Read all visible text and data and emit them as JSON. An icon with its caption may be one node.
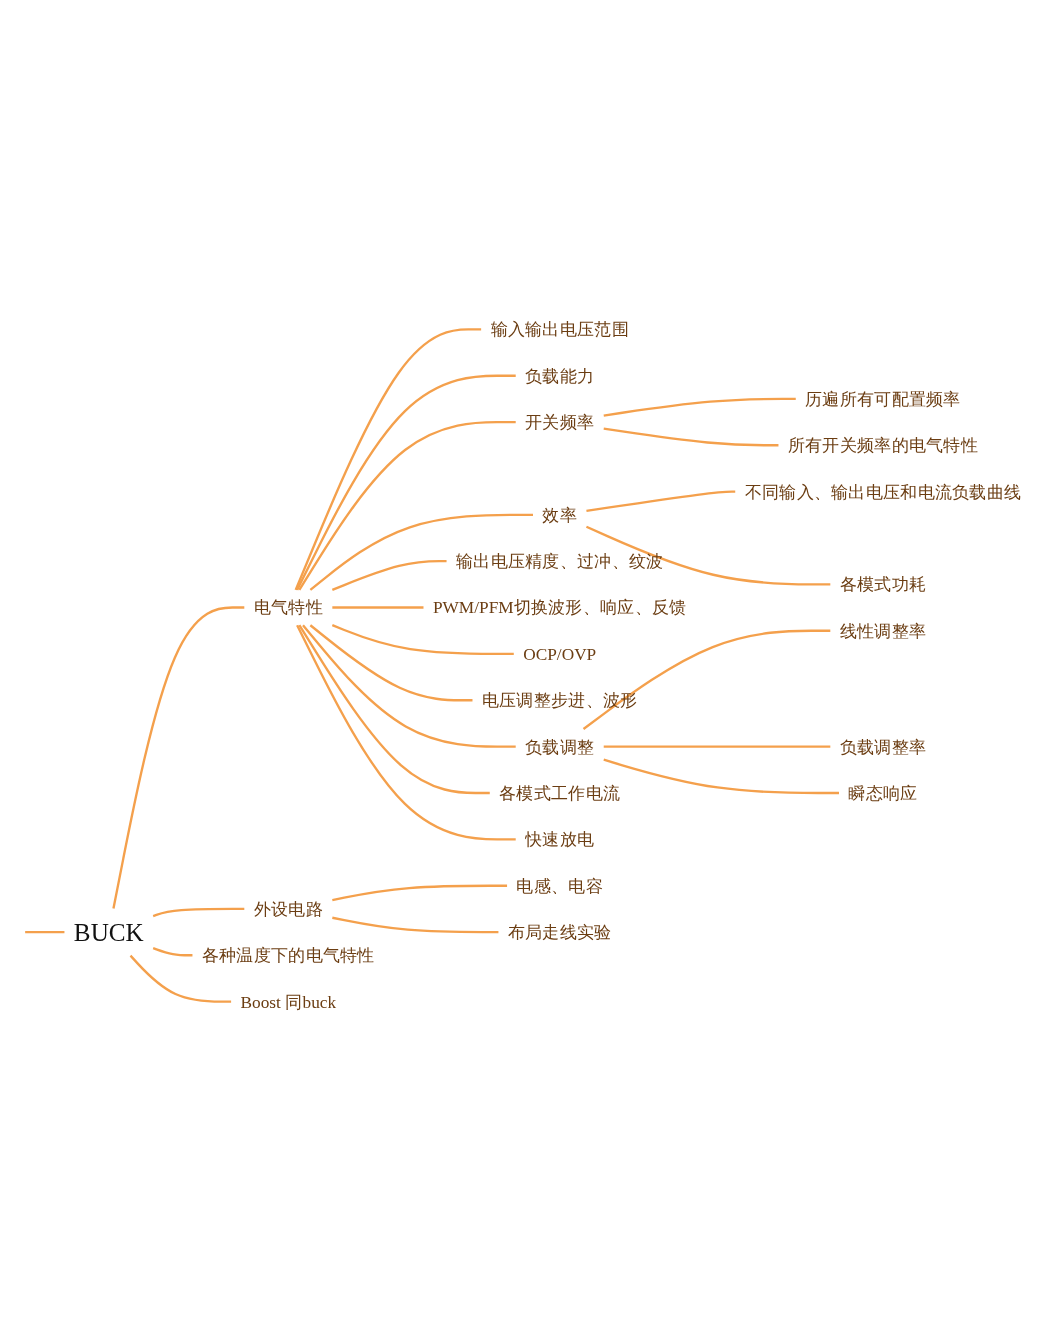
{
  "diagram": {
    "nodes": [
      {
        "text": [
          "BUCK"
        ]
      },
      {
        "text": [
          "电气特性"
        ]
      },
      {
        "text": [
          "输入输出电压范围"
        ]
      },
      {
        "text": [
          "负载能力"
        ]
      },
      {
        "text": [
          "开关频率"
        ]
      },
      {
        "text": [
          "历遍所有可配置频率"
        ]
      },
      {
        "text": [
          "所有开关频率的电气特性"
        ]
      },
      {
        "text": [
          "效率"
        ]
      },
      {
        "text": [
          "不同输入、输出电压和电流负载曲线"
        ]
      },
      {
        "text": [
          "各模式功耗"
        ]
      },
      {
        "text": [
          "输出电压精度、过冲、纹波"
        ]
      },
      {
        "text": [
          "PWM/PFM切换波形、响应、反馈"
        ]
      },
      {
        "text": [
          "OCP/OVP"
        ]
      },
      {
        "text": [
          "电压调整步进、波形"
        ]
      },
      {
        "text": [
          "负载调整"
        ]
      },
      {
        "text": [
          "线性调整率"
        ]
      },
      {
        "text": [
          "负载调整率"
        ]
      },
      {
        "text": [
          "瞬态响应"
        ]
      },
      {
        "text": [
          "各模式工作电流"
        ]
      },
      {
        "text": [
          "快速放电"
        ]
      },
      {
        "text": [
          "外设电路"
        ]
      },
      {
        "text": [
          "电感、电容"
        ]
      },
      {
        "text": [
          "布局走线实验"
        ]
      },
      {
        "text": [
          "各种温度下的电气特性"
        ]
      },
      {
        "text": [
          "Boost 同buck"
        ]
      }
    ],
    "edges": [
      {
        "from": null,
        "to": 0,
        "arrow": "none"
      },
      {
        "from": 0,
        "to": 1,
        "arrow": "none"
      },
      {
        "from": 1,
        "to": 2,
        "arrow": "none"
      },
      {
        "from": 1,
        "to": 3,
        "arrow": "none"
      },
      {
        "from": 1,
        "to": 4,
        "arrow": "none"
      },
      {
        "from": 4,
        "to": 5,
        "arrow": "none"
      },
      {
        "from": 4,
        "to": 6,
        "arrow": "none"
      },
      {
        "from": 1,
        "to": 7,
        "arrow": "none"
      },
      {
        "from": 7,
        "to": 8,
        "arrow": "none"
      },
      {
        "from": 7,
        "to": 9,
        "arrow": "none"
      },
      {
        "from": 1,
        "to": 10,
        "arrow": "none"
      },
      {
        "from": 1,
        "to": 11,
        "arrow": "none"
      },
      {
        "from": 1,
        "to": 12,
        "arrow": "none"
      },
      {
        "from": 1,
        "to": 13,
        "arrow": "none"
      },
      {
        "from": 1,
        "to": 14,
        "arrow": "none"
      },
      {
        "from": 14,
        "to": 15,
        "arrow": "none"
      },
      {
        "from": 14,
        "to": 16,
        "arrow": "none"
      },
      {
        "from": 14,
        "to": 17,
        "arrow": "none"
      },
      {
        "from": 1,
        "to": 18,
        "arrow": "none"
      },
      {
        "from": 1,
        "to": 19,
        "arrow": "none"
      },
      {
        "from": 0,
        "to": 20,
        "arrow": "none"
      },
      {
        "from": 20,
        "to": 21,
        "arrow": "none"
      },
      {
        "from": 20,
        "to": 22,
        "arrow": "none"
      },
      {
        "from": 0,
        "to": 23,
        "arrow": "none"
      },
      {
        "from": 0,
        "to": 24,
        "arrow": "none"
      }
    ]
  }
}
